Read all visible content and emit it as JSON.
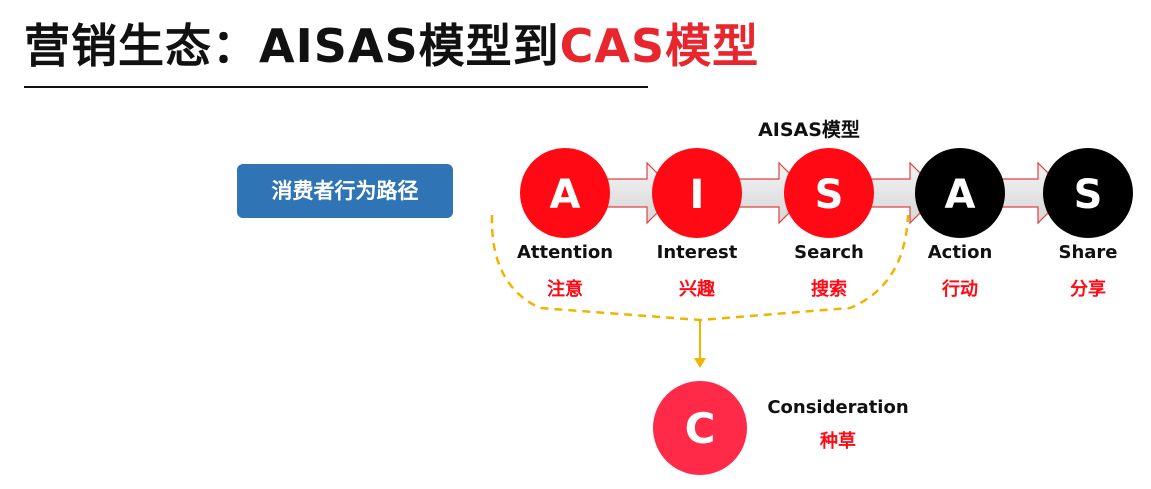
{
  "title": {
    "prefix": "营销生态：AISAS模型到",
    "highlight": "CAS模型"
  },
  "path_label": "消费者行为路径",
  "model_label": "AISAS模型",
  "steps": [
    {
      "letter": "A",
      "en": "Attention",
      "zh": "注意",
      "color": "#ff0a14"
    },
    {
      "letter": "I",
      "en": "Interest",
      "zh": "兴趣",
      "color": "#ff0a14"
    },
    {
      "letter": "S",
      "en": "Search",
      "zh": "搜索",
      "color": "#ff0a14"
    },
    {
      "letter": "A",
      "en": "Action",
      "zh": "行动",
      "color": "#000000"
    },
    {
      "letter": "S",
      "en": "Share",
      "zh": "分享",
      "color": "#000000"
    }
  ],
  "consideration": {
    "letter": "C",
    "en": "Consideration",
    "zh": "种草",
    "color": "#ff2a48"
  },
  "colors": {
    "accent_red": "#e8262d",
    "label_blue": "#2f74b5",
    "dashed_line": "#f0b400",
    "arrow_outline": "#e04040"
  }
}
